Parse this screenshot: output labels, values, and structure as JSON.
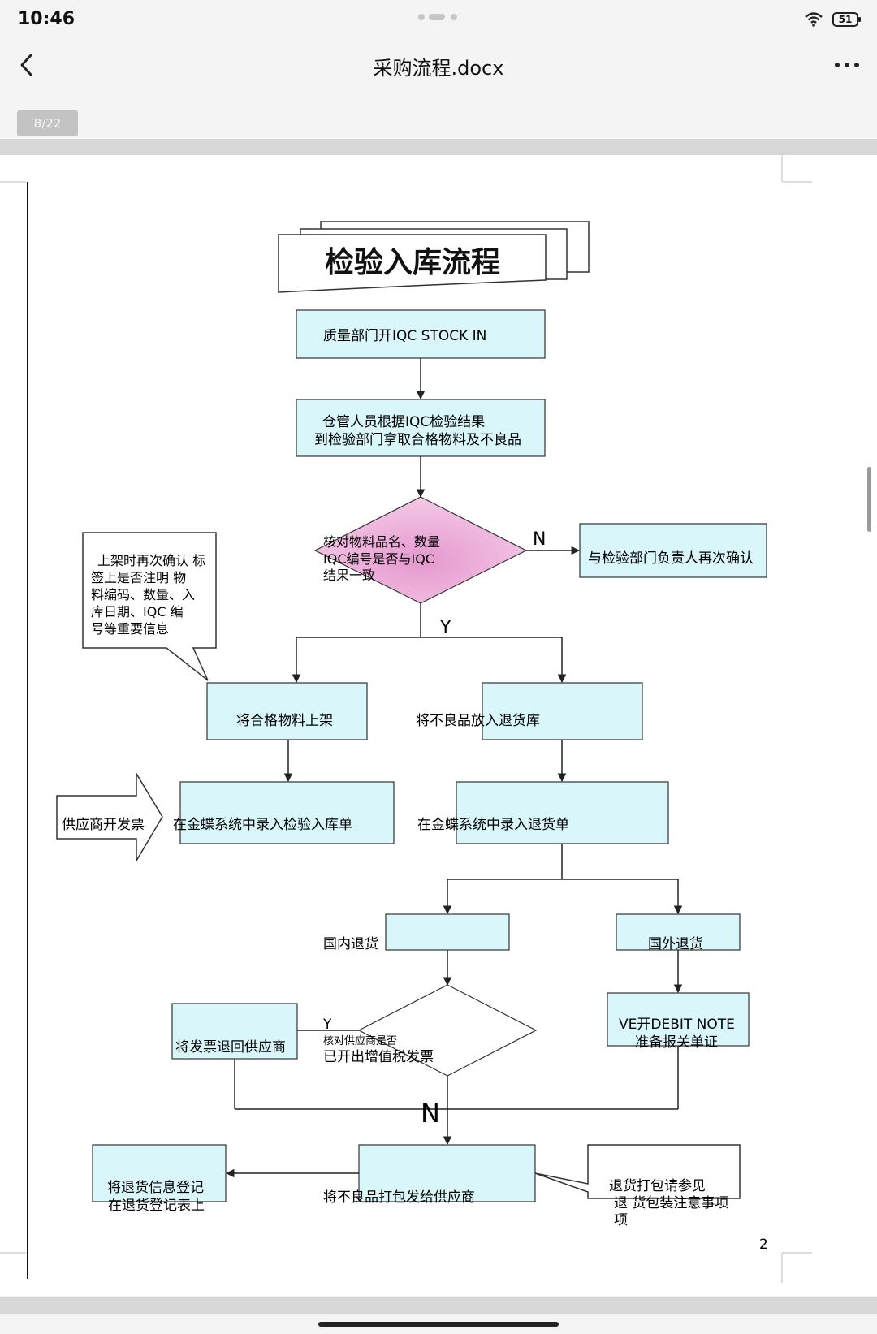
{
  "status_bar": {
    "time": "10:46",
    "battery_level": "51"
  },
  "nav": {
    "title": "采购流程.docx"
  },
  "page_indicator": "8/22",
  "diagram": {
    "title": "检验入库流程",
    "step_iqc_stock_in": "质量部门开IQC  STOCK   IN",
    "step_fetch_materials": [
      "仓管人员根据IQC检验结果",
      "到检验部门拿取合格物料及不良品"
    ],
    "decision_check_labels": [
      "核对物料品名、数量",
      "IQC编号是否与IQC",
      "结果一致"
    ],
    "label_n_first": "N",
    "step_reconfirm": "与检验部门负责人再次确认",
    "label_y_first": "Y",
    "callout_note": [
      "上架时再次确认  标",
      "签上是否注明  物",
      "料编码、数量、入",
      "库日期、IQC    编",
      "号等重要信息"
    ],
    "step_shelve": "将合格物料上架",
    "step_return_warehouse": "将不良品放入退货库",
    "supplier_invoice_arrow": "供应商开发票",
    "step_enter_receipt": "在金蝶系统中录入检验入库单",
    "step_enter_return": "在金蝶系统中录入退货单",
    "step_domestic_return": "国内退货",
    "step_foreign_return": "国外退货",
    "decision_vat_invoice": [
      "核对供应商是否",
      "已开出增值税发票"
    ],
    "label_y_second": "Y",
    "step_return_invoice": "将发票退回供应商",
    "step_debit_note": [
      "VE开DEBIT NOTE",
      "准备报关单证"
    ],
    "label_n_second": "N",
    "step_register_return": [
      "将退货信息登记",
      "在退货登记表上"
    ],
    "step_pack_ship": "将不良品打包发给供应商",
    "callout_packing": [
      "退货打包请参见",
      "退 货包装注意事项",
      "项"
    ],
    "page_number": "2",
    "colors": {
      "box_fill": "#d9f6fb",
      "diamond_fill": "#ecabd6",
      "line": "#222222"
    }
  }
}
